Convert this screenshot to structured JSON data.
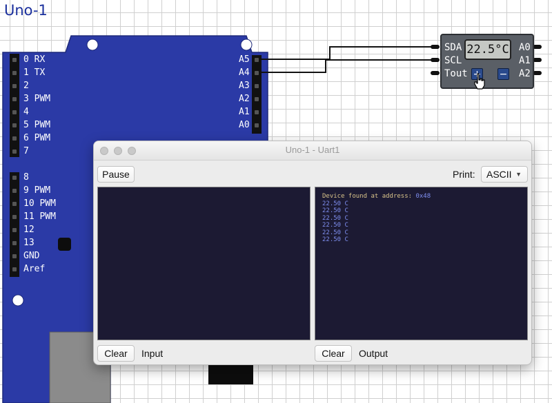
{
  "simulator": {
    "title": "Uno-1"
  },
  "board": {
    "left_pins": [
      "0 RX",
      "1 TX",
      "2",
      "3 PWM",
      "4",
      "5 PWM",
      "6 PWM",
      "7",
      "8",
      "9 PWM",
      "10 PWM",
      "11 PWM",
      "12",
      "13",
      "GND",
      "Aref"
    ],
    "right_pins": [
      "A5",
      "A4",
      "A3",
      "A2",
      "A1",
      "A0"
    ]
  },
  "sensor": {
    "display": "22.5°C",
    "left_pins": [
      "SDA",
      "SCL",
      "Tout"
    ],
    "right_pins": [
      "A0",
      "A1",
      "A2"
    ],
    "plus_label": "+",
    "minus_label": "−"
  },
  "uart_window": {
    "title": "Uno-1 - Uart1",
    "pause_label": "Pause",
    "print_label": "Print:",
    "print_value": "ASCII",
    "input_clear_label": "Clear",
    "input_label": "Input",
    "output_clear_label": "Clear",
    "output_label": "Output",
    "output_header_text": "Device found at address: ",
    "output_header_addr": "0x48",
    "output_lines": [
      "22.50 C",
      "22.50 C",
      "22.50 C",
      "22.50 C",
      "22.50 C",
      "22.50 C"
    ]
  },
  "colors": {
    "board": "#2b3aa6",
    "title": "#1a2f9c",
    "terminal_bg": "#1c1a33",
    "terminal_text": "#7f8ff0",
    "chip_button": "#2a4a8c"
  }
}
